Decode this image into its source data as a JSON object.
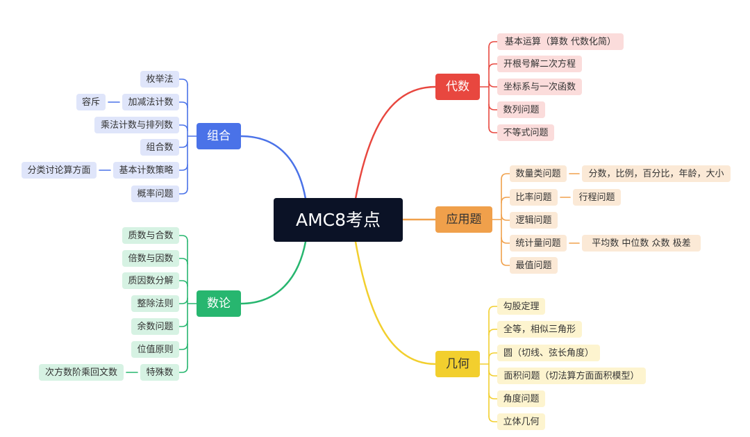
{
  "center": {
    "label": "AMC8考点"
  },
  "colors": {
    "center_bg": "#0b1226",
    "algebra": "#e8473f",
    "algebra_leaf_bg": "#fbdcdb",
    "application": "#f0a04b",
    "application_leaf_bg": "#fbe9d6",
    "geometry": "#f2cf2e",
    "geometry_leaf_bg": "#fdf4cf",
    "combinatorics": "#4a72e8",
    "combinatorics_leaf_bg": "#dfe5fa",
    "number_theory": "#27b66f",
    "number_theory_leaf_bg": "#d6f2e3"
  },
  "branches": {
    "algebra": {
      "label": "代数",
      "items": [
        {
          "label": "基本运算（算数 代数化简）"
        },
        {
          "label": "开根号解二次方程"
        },
        {
          "label": "坐标系与一次函数"
        },
        {
          "label": "数列问题"
        },
        {
          "label": "不等式问题"
        }
      ]
    },
    "application": {
      "label": "应用题",
      "items": [
        {
          "label": "数量类问题",
          "child": "分数，比例，百分比，年龄，大小"
        },
        {
          "label": "比率问题",
          "child": "行程问题"
        },
        {
          "label": "逻辑问题"
        },
        {
          "label": "统计量问题",
          "child": "平均数 中位数 众数 极差"
        },
        {
          "label": "最值问题"
        }
      ]
    },
    "geometry": {
      "label": "几何",
      "items": [
        {
          "label": "勾股定理"
        },
        {
          "label": "全等，相似三角形"
        },
        {
          "label": "圆（切线、弦长角度）"
        },
        {
          "label": "面积问题（切法算方面面积模型）"
        },
        {
          "label": "角度问题"
        },
        {
          "label": "立体几何"
        }
      ]
    },
    "combinatorics": {
      "label": "组合",
      "items": [
        {
          "label": "枚举法"
        },
        {
          "label": "加减法计数",
          "child": "容斥"
        },
        {
          "label": "乘法计数与排列数"
        },
        {
          "label": "组合数"
        },
        {
          "label": "基本计数策略",
          "child": "分类讨论算方面"
        },
        {
          "label": "概率问题"
        }
      ]
    },
    "number_theory": {
      "label": "数论",
      "items": [
        {
          "label": "质数与合数"
        },
        {
          "label": "倍数与因数"
        },
        {
          "label": "质因数分解"
        },
        {
          "label": "整除法则"
        },
        {
          "label": "余数问题"
        },
        {
          "label": "位值原则"
        },
        {
          "label": "特殊数",
          "child": "次方数阶乘回文数"
        }
      ]
    }
  }
}
